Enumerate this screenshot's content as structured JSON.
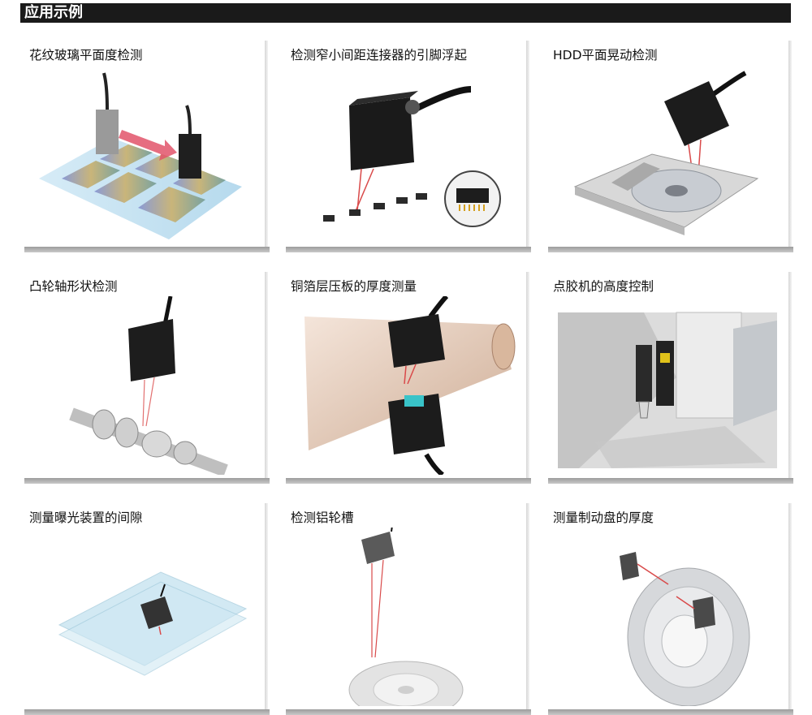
{
  "header": {
    "title": "应用示例"
  },
  "cards": [
    {
      "title": "花纹玻璃平面度检测"
    },
    {
      "title": "检测窄小间距连接器的引脚浮起"
    },
    {
      "title": "HDD平面晃动检测"
    },
    {
      "title": "凸轮轴形状检测"
    },
    {
      "title": "铜箔层压板的厚度测量"
    },
    {
      "title": "点胶机的高度控制"
    },
    {
      "title": "测量曝光装置的间隙"
    },
    {
      "title": "检测铝轮槽"
    },
    {
      "title": "测量制动盘的厚度"
    }
  ]
}
